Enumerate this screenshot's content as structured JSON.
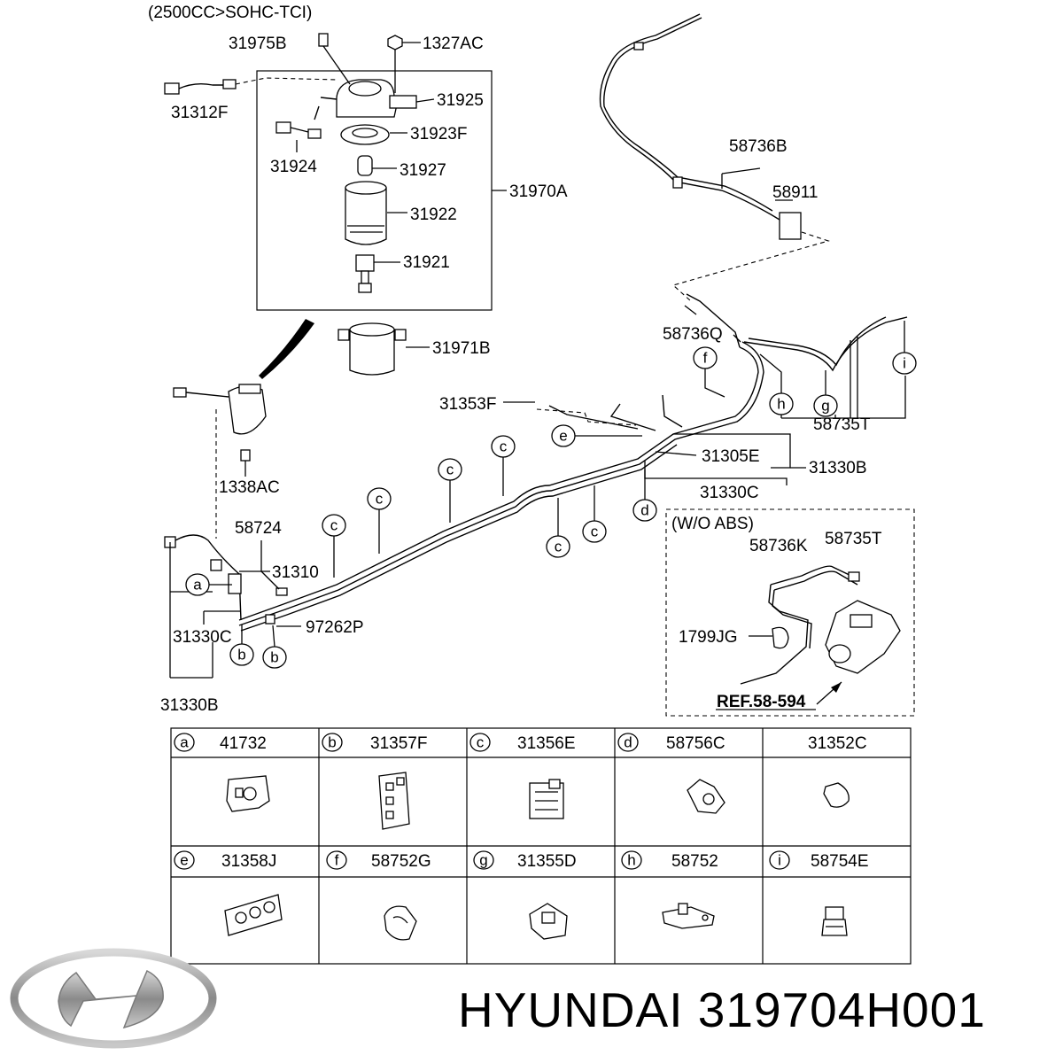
{
  "header": {
    "engine_note": "(2500CC>SOHC-TCI)"
  },
  "callouts": {
    "p31975B": "31975B",
    "p1327AC": "1327AC",
    "p31312F": "31312F",
    "p31925": "31925",
    "p31923F": "31923F",
    "p31924": "31924",
    "p31927": "31927",
    "p31970A": "31970A",
    "p31922": "31922",
    "p31921": "31921",
    "p31971B": "31971B",
    "p1338AC": "1338AC",
    "p58736B": "58736B",
    "p58911": "58911",
    "p58736Q": "58736Q",
    "p31353F": "31353F",
    "p31305E": "31305E",
    "p31330B_r": "31330B",
    "p31330C_r": "31330C",
    "p58735T_r": "58735T",
    "p58724": "58724",
    "p31310": "31310",
    "p31330C_l": "31330C",
    "p97262P": "97262P",
    "p31330B_l": "31330B"
  },
  "letters": {
    "a": "a",
    "b": "b",
    "c": "c",
    "d": "d",
    "e": "e",
    "f": "f",
    "g": "g",
    "h": "h",
    "i": "i"
  },
  "inset": {
    "title": "(W/O ABS)",
    "p58736K": "58736K",
    "p58735T": "58735T",
    "p1799JG": "1799JG",
    "ref": "REF.58-594"
  },
  "parts_table": [
    {
      "letter": "a",
      "part": "41732"
    },
    {
      "letter": "b",
      "part": "31357F"
    },
    {
      "letter": "c",
      "part": "31356E"
    },
    {
      "letter": "d",
      "part": "58756C"
    },
    {
      "letter": "",
      "part": "31352C"
    },
    {
      "letter": "e",
      "part": "31358J"
    },
    {
      "letter": "f",
      "part": "58752G"
    },
    {
      "letter": "g",
      "part": "31355D"
    },
    {
      "letter": "h",
      "part": "58752"
    },
    {
      "letter": "i",
      "part": "58754E"
    }
  ],
  "footer": {
    "brand_text": "HYUNDAI 319704H001"
  },
  "icons": {
    "logo": "hyundai-logo-icon"
  }
}
